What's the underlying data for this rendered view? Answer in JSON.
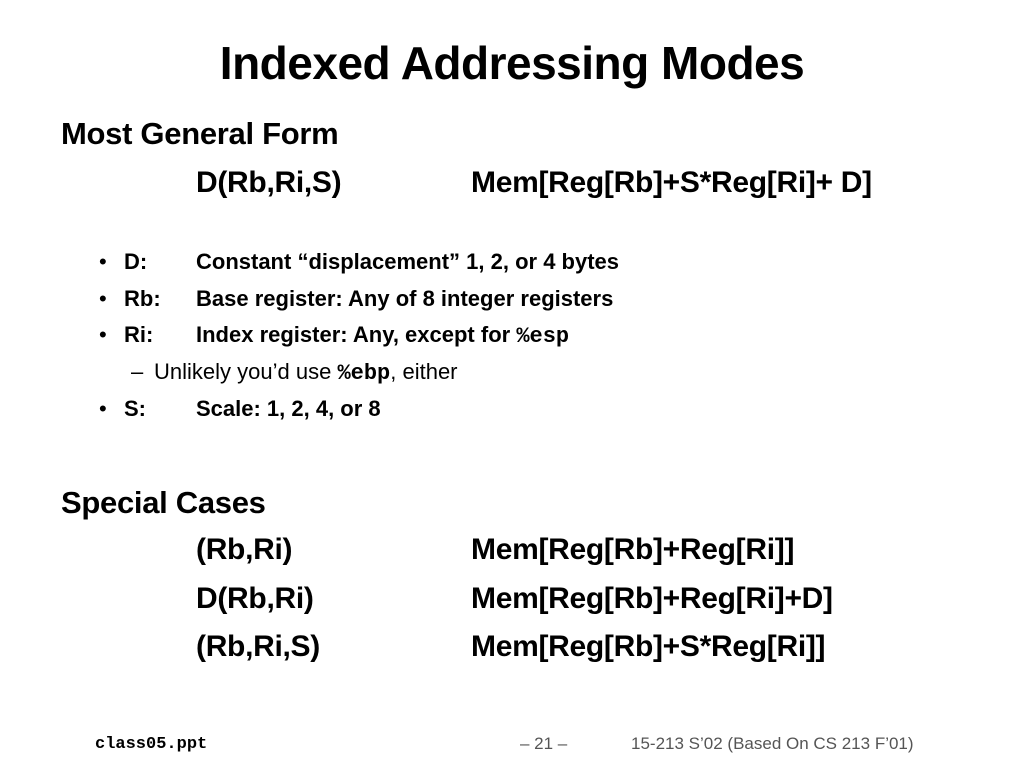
{
  "slide": {
    "title": "Indexed Addressing Modes",
    "general": {
      "heading": "Most General Form",
      "form": {
        "lhs": "D(Rb,Ri,S)",
        "rhs": "Mem[Reg[Rb]+S*Reg[Ri]+ D]"
      }
    },
    "bullets": [
      {
        "symbol": "•",
        "term": "D:",
        "desc": "Constant “displacement” 1, 2, or 4 bytes"
      },
      {
        "symbol": "•",
        "term": "Rb:",
        "desc": "Base register: Any of 8 integer registers"
      },
      {
        "symbol": "•",
        "term": "Ri:",
        "desc": "Index register: Any, except for ",
        "code": "%esp"
      },
      {
        "symbol": "•",
        "term": "S:",
        "desc": "Scale: 1, 2, 4, or 8"
      }
    ],
    "sub_bullet": {
      "dash": "–",
      "text_before": "Unlikely you’d use ",
      "code": "%ebp",
      "text_after": ", either"
    },
    "special": {
      "heading": "Special Cases",
      "rows": [
        {
          "lhs": "(Rb,Ri)",
          "rhs": "Mem[Reg[Rb]+Reg[Ri]]"
        },
        {
          "lhs": "D(Rb,Ri)",
          "rhs": "Mem[Reg[Rb]+Reg[Ri]+D]"
        },
        {
          "lhs": "(Rb,Ri,S)",
          "rhs": "Mem[Reg[Rb]+S*Reg[Ri]]"
        }
      ]
    },
    "footer": {
      "file": "class05.ppt",
      "page": "– 21 –",
      "course": "15-213 S’02 (Based On CS 213 F’01)"
    }
  }
}
